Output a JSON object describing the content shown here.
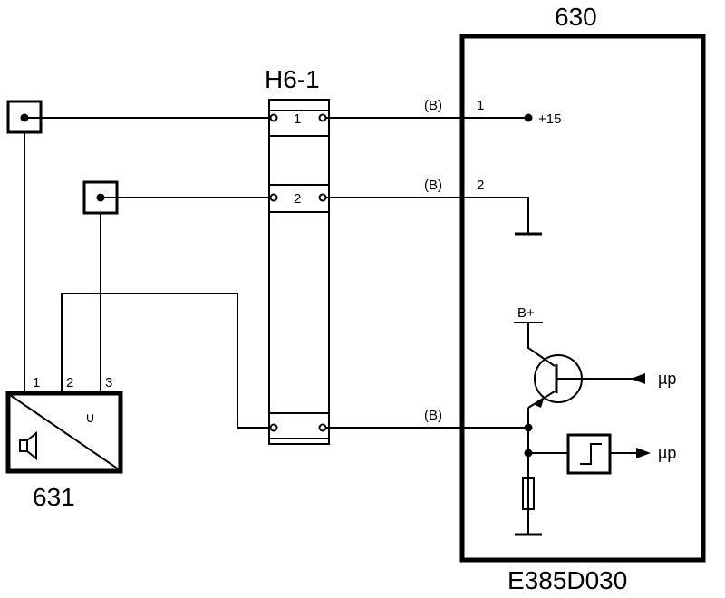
{
  "labels": {
    "ecu_id": "630",
    "connector_id": "H6-1",
    "sensor_id": "631",
    "diagram_code": "E385D030"
  },
  "connector": {
    "pin1": "1",
    "pin2": "2"
  },
  "wires": {
    "w1_color": "(B)",
    "w2_color": "(B)",
    "w3_color": "(B)"
  },
  "ecu_pins": {
    "pin1": "1",
    "pin2": "2",
    "supply": "+15",
    "bplus": "B+",
    "mu_in": "µp",
    "mu_out": "µp"
  },
  "sensor": {
    "pin1": "1",
    "pin2": "2",
    "pin3": "3",
    "symbol": "∪"
  }
}
